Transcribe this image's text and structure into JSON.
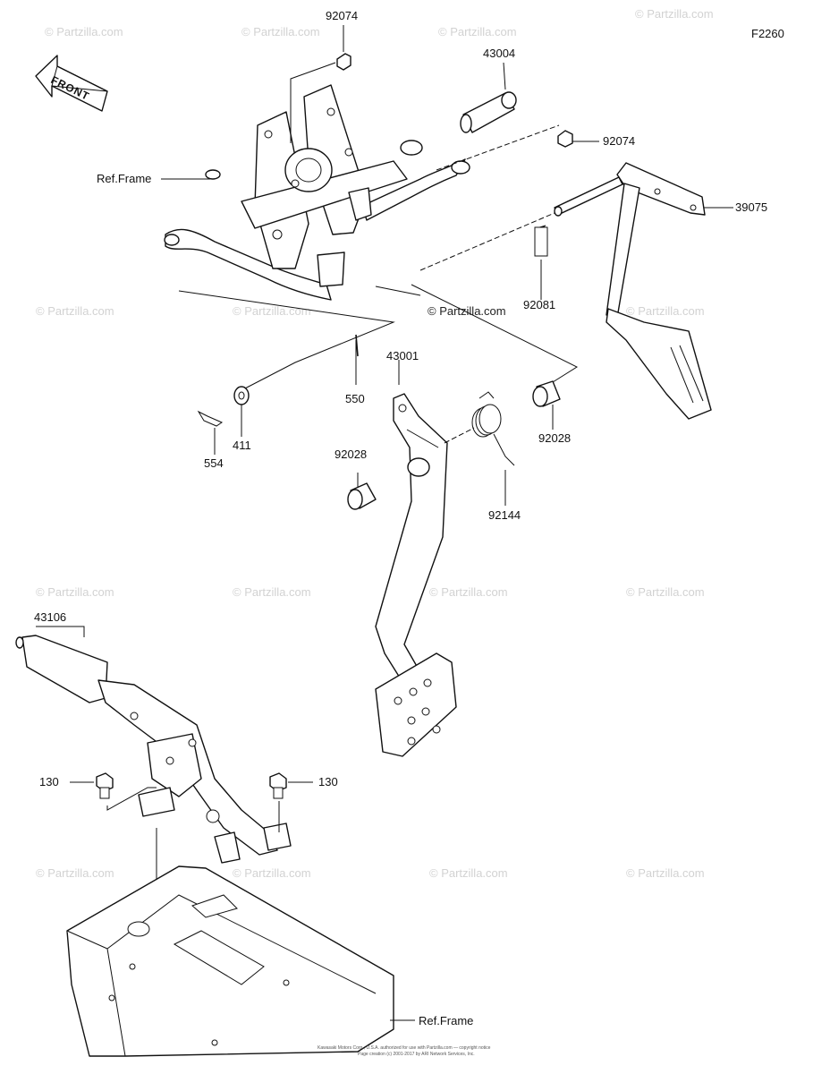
{
  "figure_code": "F2260",
  "front_label": "FRONT",
  "watermark_text": "© Partzilla.com",
  "ref_frame_label": "Ref.Frame",
  "parts": {
    "p92074a": "92074",
    "p43004": "43004",
    "p92074b": "92074",
    "p39075": "39075",
    "p92081": "92081",
    "p43001": "43001",
    "p550": "550",
    "p411": "411",
    "p554": "554",
    "p92028a": "92028",
    "p92028b": "92028",
    "p92144": "92144",
    "p43106": "43106",
    "p130a": "130",
    "p130b": "130"
  },
  "footer": {
    "line1": "Kawasaki Motors Corp., U.S.A. authorized for use with Partzilla.com — copyright notice",
    "line2": "Page creation (c) 2001-2017 by ARI Network Services, Inc."
  }
}
